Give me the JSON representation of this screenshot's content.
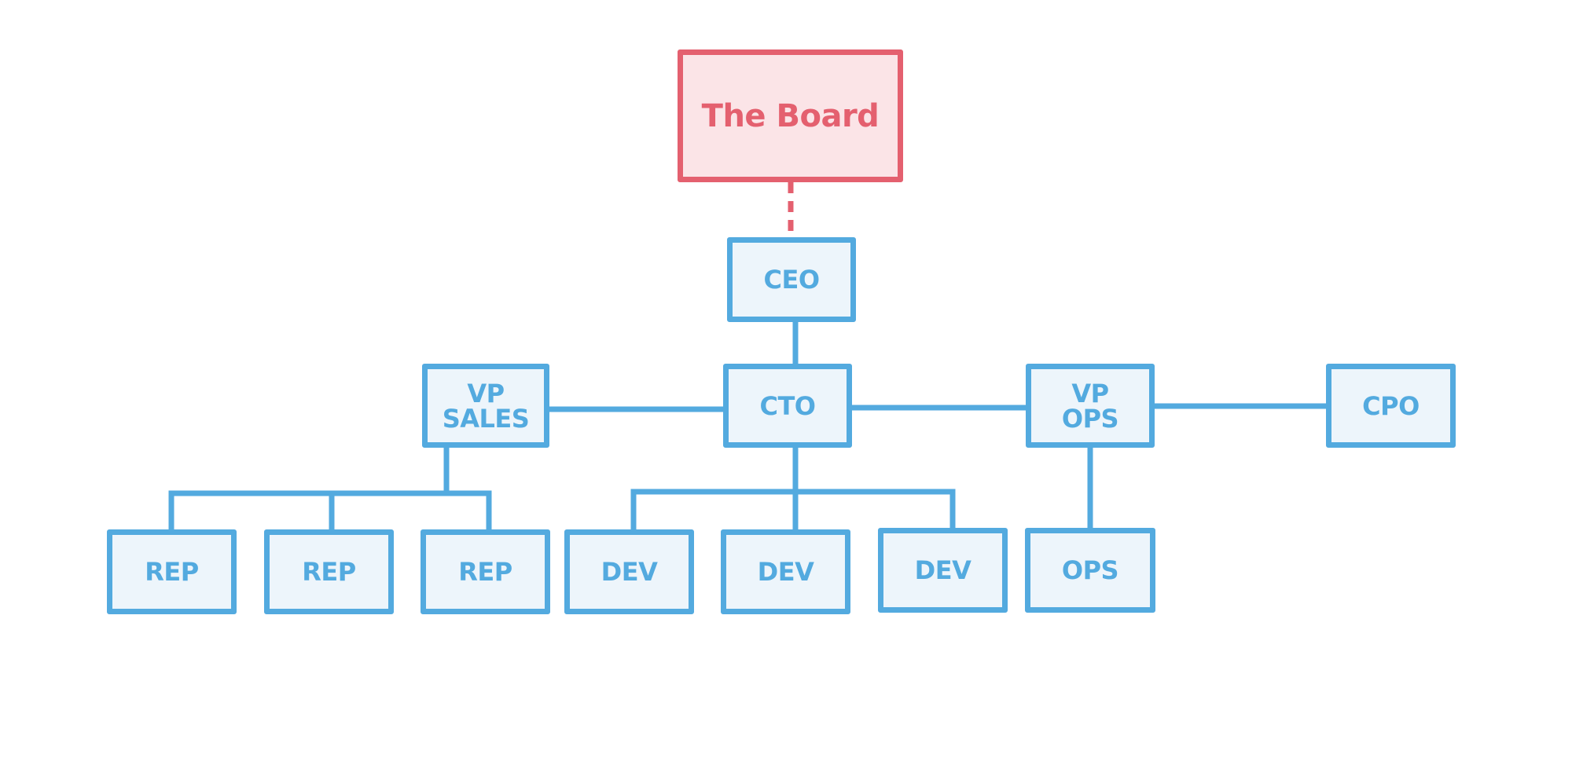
{
  "colors": {
    "board": "#e4606f",
    "board_fill": "#fbe4e7",
    "staff": "#53aadf",
    "staff_fill": "#edf5fb"
  },
  "nodes": {
    "board": "The Board",
    "ceo": "CEO",
    "cto": "CTO",
    "vp_sales": {
      "line1": "VP",
      "line2": "SALES"
    },
    "vp_ops": {
      "line1": "VP",
      "line2": "OPS"
    },
    "cpo": "CPO",
    "rep_1": "REP",
    "rep_2": "REP",
    "rep_3": "REP",
    "dev_1": "DEV",
    "dev_2": "DEV",
    "dev_3": "DEV",
    "ops": "OPS"
  }
}
